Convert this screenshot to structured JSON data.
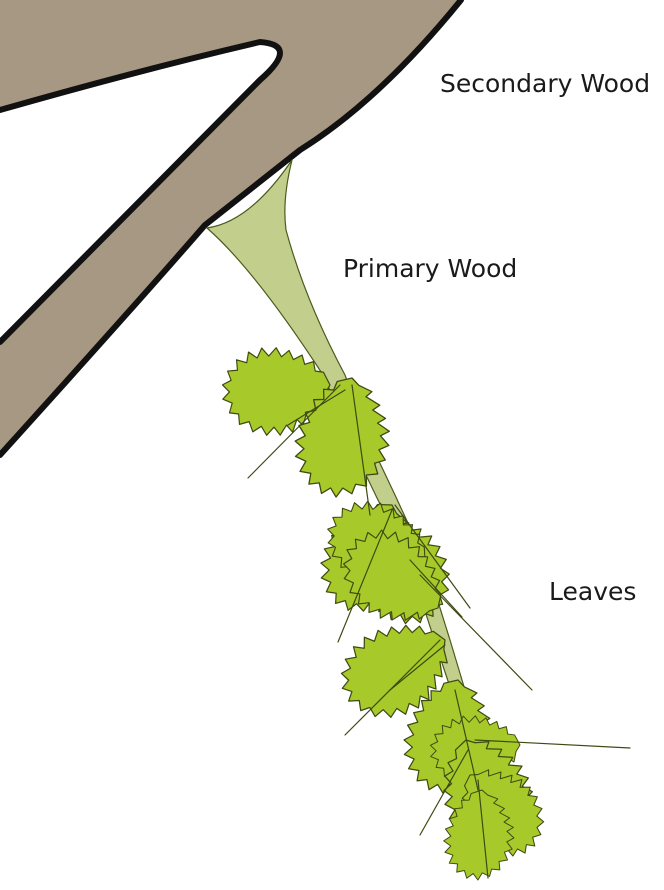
{
  "labels": {
    "secondary_wood": "Secondary Wood",
    "primary_wood": "Primary Wood",
    "leaves": "Leaves"
  },
  "colors": {
    "secondary_wood_fill": "#a69882",
    "secondary_wood_outline": "#111111",
    "primary_wood_fill": "#c2cf8c",
    "leaf_fill": "#a8c92a",
    "leaf_outline": "#3d4a12",
    "background": "#ffffff"
  }
}
